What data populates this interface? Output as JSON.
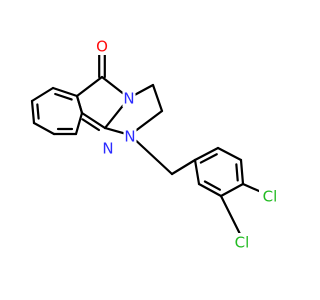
{
  "colors": {
    "bond": "#000000",
    "oxygen": "#ff0d0d",
    "nitrogen": "#2b2bff",
    "chlorine": "#22bb22",
    "background": "#ffffff"
  },
  "atoms": [
    {
      "id": "O",
      "label": "O",
      "element": "oxygen"
    },
    {
      "id": "N1",
      "label": "N",
      "element": "nitrogen"
    },
    {
      "id": "N2",
      "label": "N",
      "element": "nitrogen"
    },
    {
      "id": "N3",
      "label": "N",
      "element": "nitrogen"
    },
    {
      "id": "Cl1",
      "label": "Cl",
      "element": "chlorine"
    },
    {
      "id": "Cl2",
      "label": "Cl",
      "element": "chlorine"
    }
  ]
}
